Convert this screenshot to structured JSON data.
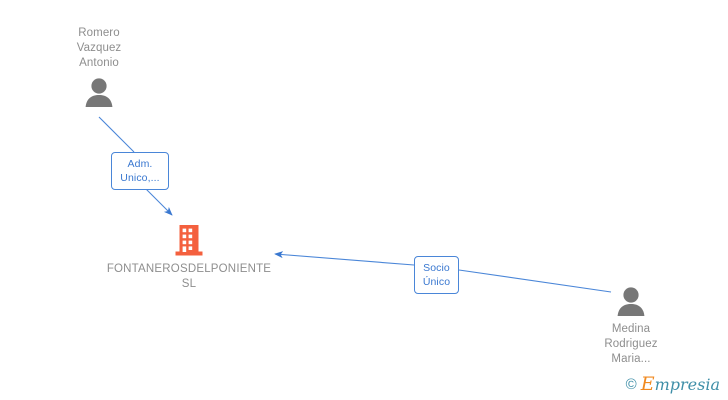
{
  "diagram": {
    "title": "FONTANEROSDELPONIENTE SL corporate relationship chart",
    "background_color": "#ffffff",
    "edge_color": "#4a86d8",
    "company_icon_color": "#f4603e",
    "person_icon_color": "#777777",
    "label_text_color": "#8e8e8e"
  },
  "company": {
    "name": "FONTANEROSDELPONIENTE\nSL",
    "icon": "building-icon"
  },
  "people": [
    {
      "id": "romero-vazquez-antonio",
      "name": "Romero\nVazquez\nAntonio",
      "icon": "person-icon"
    },
    {
      "id": "medina-rodriguez-maria",
      "name": "Medina\nRodriguez\nMaria...",
      "icon": "person-icon"
    }
  ],
  "relations": [
    {
      "id": "adm-unico",
      "label": "Adm.\nUnico,...",
      "from": "romero-vazquez-antonio",
      "to": "company"
    },
    {
      "id": "socio-unico",
      "label": "Socio\nÚnico",
      "from": "medina-rodriguez-maria",
      "to": "company"
    }
  ],
  "watermark": {
    "copyright": "©",
    "brand_first": "E",
    "brand_rest": "mpresia"
  }
}
